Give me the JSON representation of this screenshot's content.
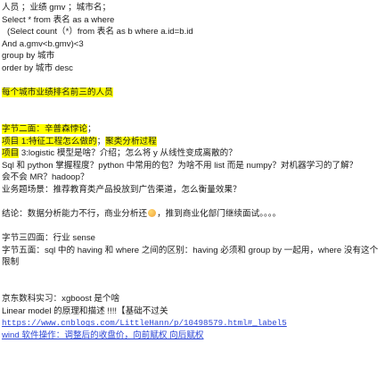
{
  "sql": {
    "l1": "人员 ；业绩 gmv ；城市名；",
    "l2": "Select * from 表名 as a where",
    "l3": "(Select count（*）from 表名 as b where a.id=b.id",
    "l4": "And a.gmv<b.gmv)<3",
    "l5": "group by 城市",
    "l6": "order by 城市 desc"
  },
  "heading": "每个城市业绩排名前三的人员",
  "interview2": {
    "label": "字节二面：",
    "name": "辛普森悖论",
    "tail": "；",
    "p1_label": "项目 1:",
    "p1_text": "特征工程怎么做的",
    "p1_sep": "；",
    "p1_text2": "聚类分析过程",
    "p3_label": "项目",
    "p3_text": " 3:logistic 模型是啥？介绍；怎么将 y 从线性变成离散的？",
    "q_sql_python": "Sql 和 python 掌握程度？python 中常用的包？为啥不用 list 而是 numpy？对机器学习的了解？",
    "q_mr": "会不会 MR？hadoop？",
    "q_scene": "业务题场景：推荐教育类产品投放到广告渠道，怎么衡量效果？"
  },
  "conclusion_a": "结论：数据分析能力不行，商业分析还",
  "conclusion_b": "，推到商业化部门继续面试。。。。",
  "interview34": {
    "l1": "字节三四面：行业 sense",
    "l2": "字节五面：sql 中的 having 和 where 之间的区别：having 必须和 group by 一起用，where 没有这个限制"
  },
  "jd": {
    "l1": "京东数科实习：xgboost 是个啥",
    "l2": "Linear model 的原理和描述 !!!!【基础不过关",
    "link": "https://www.cnblogs.com/LittleHann/p/10498579.html#_label5",
    "wind": "wind 软件操作：调整后的收盘价，向前赋权 向后赋权"
  }
}
